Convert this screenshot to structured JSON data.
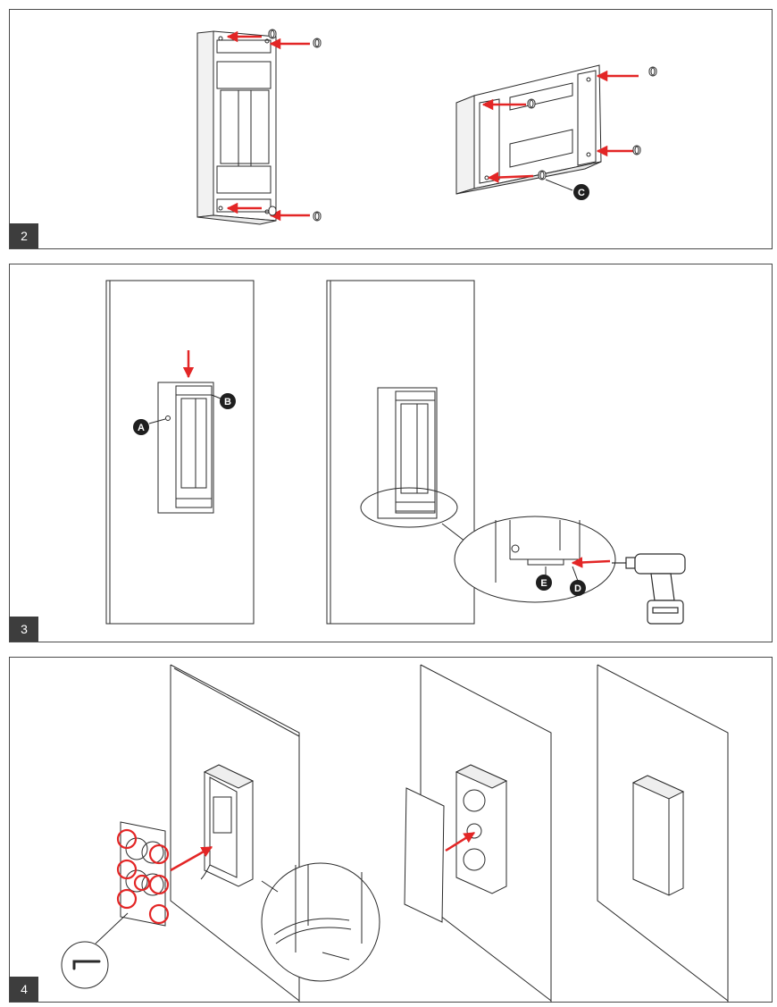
{
  "steps": [
    {
      "number": "2"
    },
    {
      "number": "3"
    },
    {
      "number": "4"
    }
  ],
  "callouts": {
    "a": "A",
    "b": "B",
    "c": "C",
    "d": "D",
    "e": "E"
  },
  "colors": {
    "arrow": "#e32626",
    "line": "#2a2a2a",
    "panel_border": "#4a4a4a",
    "step_badge": "#3d3d3d",
    "callout_fill": "#1f1f1f"
  },
  "icons": [
    "screw-plug-icon",
    "arrow-icon",
    "drill-icon",
    "hex-key-icon",
    "callout-icon",
    "circle-highlight-icon"
  ]
}
